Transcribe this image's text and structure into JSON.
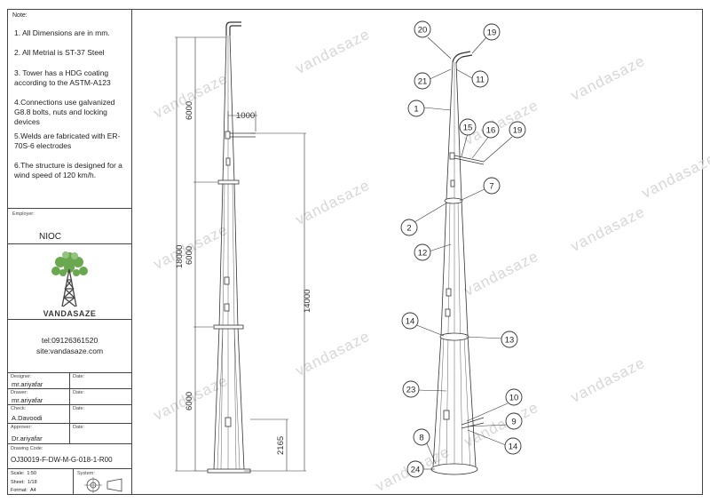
{
  "notes": {
    "title": "Note:",
    "items": [
      "1. All Dimensions are in mm.",
      "2. All Metrial is ST-37 Steel",
      "3. Tower has a HDG coating according to the ASTM-A123",
      "4.Connections use galvanized G8.8 bolts, nuts and locking devices",
      "5.Welds are fabricated with ER-70S-6 electrodes",
      "6.The structure is designed for a wind speed of 120 km/h."
    ]
  },
  "employer": {
    "label": "Employer:",
    "name": "NIOC"
  },
  "logo": {
    "text": "VANDASAZE"
  },
  "contact": {
    "tel": "tel:09126361520",
    "site": "site:vandasaze.com"
  },
  "signoff": [
    {
      "role_label": "Designer:",
      "name": "mr.ariyafar",
      "date_label": "Date:"
    },
    {
      "role_label": "Drawer:",
      "name": "mr.ariyafar",
      "date_label": "Date:"
    },
    {
      "role_label": "Check:",
      "name": "A.Davoodi",
      "date_label": "Date:"
    },
    {
      "role_label": "Approver:",
      "name": "Dr.ariyafar",
      "date_label": "Date:"
    }
  ],
  "drawing": {
    "label": "Drawing Code:",
    "code": "OJ30019-F-DW-M-G-018-1-R00"
  },
  "scale": {
    "scale_label": "Scale:",
    "scale_value": "1:50",
    "sheet_label": "Sheet:",
    "sheet_value": "1/18",
    "format_label": "Format:",
    "format_value": "A4",
    "system_label": "System:"
  },
  "dimensions": {
    "seg_top": "6000",
    "seg_mid": "6000",
    "seg_bottom": "6000",
    "total": "18000",
    "arm": "1000",
    "lower_total": "14000",
    "base": "2165"
  },
  "watermark": "vandasaze",
  "callouts": [
    "20",
    "19",
    "21",
    "11",
    "1",
    "15",
    "16",
    "19",
    "7",
    "2",
    "12",
    "14",
    "13",
    "23",
    "10",
    "9",
    "14",
    "8",
    "24"
  ]
}
